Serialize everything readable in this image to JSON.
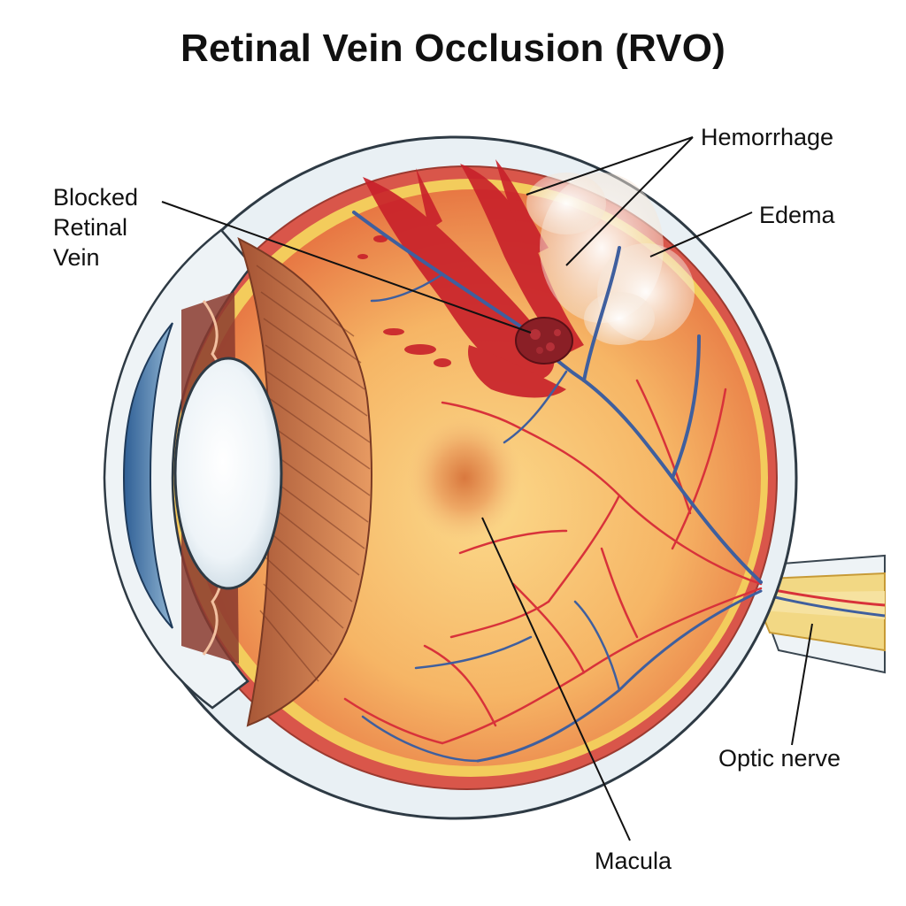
{
  "title": "Retinal Vein Occlusion (RVO)",
  "labels": {
    "hemorrhage": "Hemorrhage",
    "edema": "Edema",
    "blocked_line1": "Blocked",
    "blocked_line2": "Retinal",
    "blocked_line3": "Vein",
    "optic_nerve": "Optic nerve",
    "macula": "Macula"
  },
  "colors": {
    "retina": "#f3a860",
    "vein": "#3f5f9e",
    "artery": "#d8323a",
    "hemorrhage": "#c8202a",
    "sclera": "#e8eef2",
    "nerve": "#f3dc8a"
  }
}
